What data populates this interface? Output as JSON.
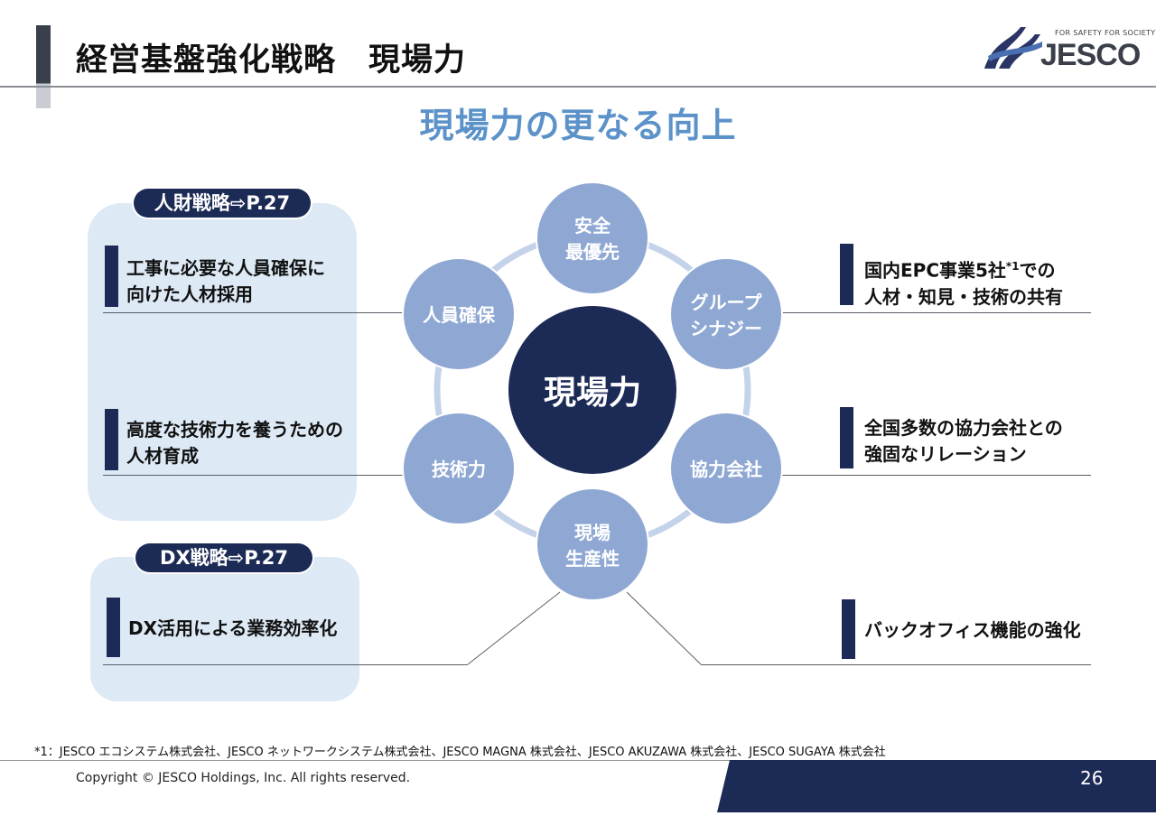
{
  "header": {
    "title": "経営基盤強化戦略　現場力",
    "logo": {
      "tagline": "FOR SAFETY FOR SOCIETY",
      "name": "JESCO"
    }
  },
  "subtitle": "現場力の更なる向上",
  "left_panels": [
    {
      "badge": "人財戦略⇨P.27",
      "items": [
        {
          "lines": [
            "工事に必要な人員確保に",
            "向けた人材採用"
          ]
        },
        {
          "lines": [
            "高度な技術力を養うための",
            "人材育成"
          ]
        }
      ]
    },
    {
      "badge": "DX戦略⇨P.27",
      "items": [
        {
          "lines": [
            "DX活用による業務効率化"
          ]
        }
      ]
    }
  ],
  "right_items": [
    {
      "line1_pre": "国内EPC事業5社",
      "line1_sup": "*1",
      "line1_post": "での",
      "line2": "人材・知見・技術の共有"
    },
    {
      "line1": "全国多数の協力会社との",
      "line2": "強固なリレーション"
    },
    {
      "line1": "バックオフィス機能の強化"
    }
  ],
  "diagram": {
    "center": "現場力",
    "nodes": [
      {
        "lines": [
          "安全",
          "最優先"
        ]
      },
      {
        "lines": [
          "グループ",
          "シナジー"
        ]
      },
      {
        "lines": [
          "協力会社"
        ]
      },
      {
        "lines": [
          "現場",
          "生産性"
        ]
      },
      {
        "lines": [
          "技術力"
        ]
      },
      {
        "lines": [
          "人員確保"
        ]
      }
    ]
  },
  "footnote": "*1：JESCO エコシステム株式会社、JESCO ネットワークシステム株式会社、JESCO MAGNA 株式会社、JESCO AKUZAWA 株式会社、JESCO SUGAYA 株式会社",
  "footer": {
    "copyright": "Copyright © JESCO Holdings, Inc.  All rights reserved.",
    "page": "26"
  },
  "colors": {
    "navy": "#1c2a56",
    "node": "#8fa8d3",
    "ring": "#c5d3ea",
    "panel": "#dde9f5",
    "subtitle": "#5b92c9"
  }
}
